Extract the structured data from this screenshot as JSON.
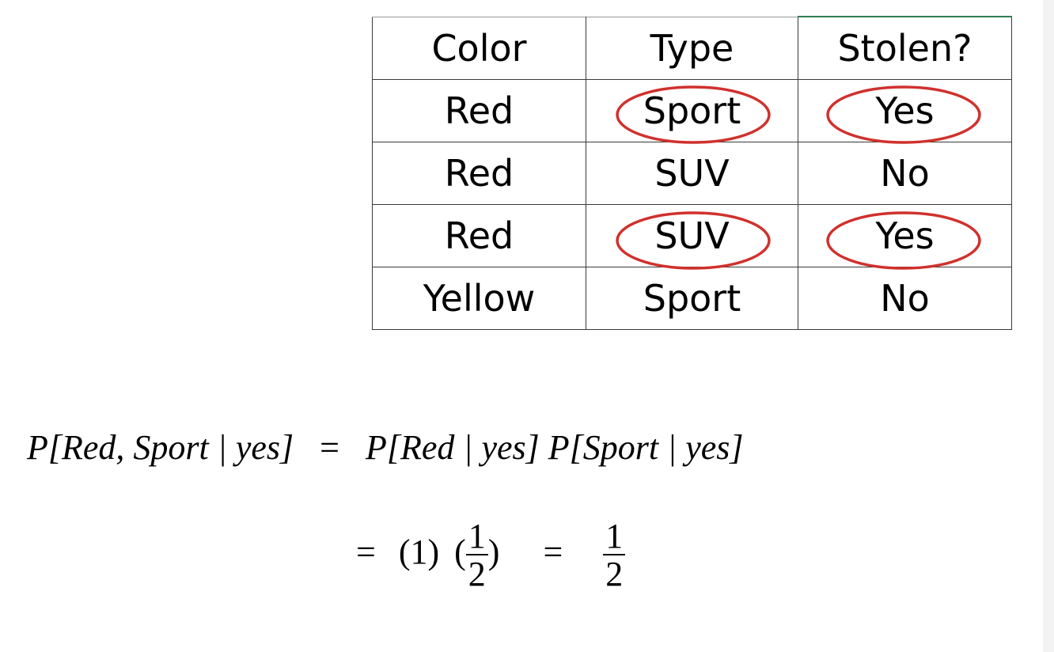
{
  "table": {
    "headers": [
      "Color",
      "Type",
      "Stolen?"
    ],
    "rows": [
      [
        "Red",
        "Sport",
        "Yes"
      ],
      [
        "Red",
        "SUV",
        "No"
      ],
      [
        "Red",
        "SUV",
        "Yes"
      ],
      [
        "Yellow",
        "Sport",
        "No"
      ]
    ],
    "highlight_color": "#d0312d"
  },
  "equation": {
    "line1_lhs": "P[Red, Sport | yes]",
    "line1_op": "=",
    "line1_rhs": "P[Red | yes] P[Sport | yes]",
    "line2_op1": "=",
    "line2_factor1": "(1)",
    "line2_frac_num": "1",
    "line2_frac_den": "2",
    "line2_op2": "=",
    "line2_result_num": "1",
    "line2_result_den": "2"
  }
}
